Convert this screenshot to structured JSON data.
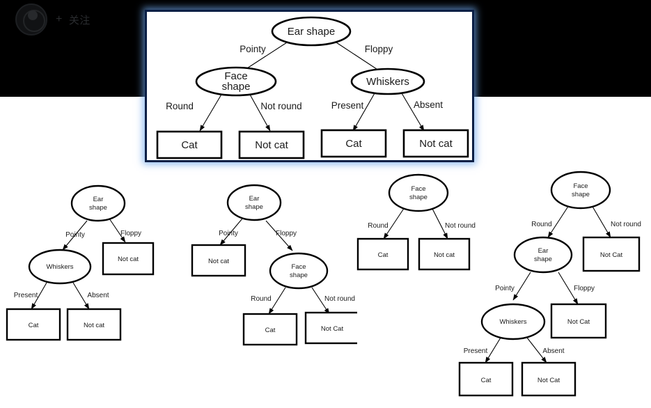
{
  "header": {
    "logo_name": "channel-logo",
    "follow_plus": "+",
    "follow_label": "关注",
    "background_color": "#000000",
    "text_color": "#2a2c2f"
  },
  "main_panel": {
    "name": "highlighted-decision-tree-panel",
    "border_color": "#0b1f45",
    "glow_color": "#6ea5eb",
    "nodes": {
      "root": "Ear shape",
      "left_child": "Face\nshape",
      "left_child_line1": "Face",
      "left_child_line2": "shape",
      "right_child": "Whiskers",
      "leaf1": "Cat",
      "leaf2": "Not cat",
      "leaf3": "Cat",
      "leaf4": "Not cat"
    },
    "edge_labels": {
      "root_left": "Pointy",
      "root_right": "Floppy",
      "left_left": "Round",
      "left_right": "Not round",
      "right_left": "Present",
      "right_right": "Absent"
    }
  },
  "trees": [
    {
      "name": "tree-ear-shape-whiskers",
      "nodes": {
        "root_l1": "Ear",
        "root_l2": "shape",
        "mid": "Whiskers",
        "leaf_right": "Not cat",
        "leaf_a": "Cat",
        "leaf_b": "Not cat"
      },
      "edge_labels": {
        "root_left": "Pointy",
        "root_right": "Floppy",
        "mid_left": "Present",
        "mid_right": "Absent"
      }
    },
    {
      "name": "tree-ear-shape-face-shape",
      "nodes": {
        "root_l1": "Ear",
        "root_l2": "shape",
        "leaf_left": "Not cat",
        "mid_l1": "Face",
        "mid_l2": "shape",
        "leaf_a": "Cat",
        "leaf_b": "Not Cat"
      },
      "edge_labels": {
        "root_left": "Pointy",
        "root_right": "Floppy",
        "mid_left": "Round",
        "mid_right": "Not round"
      }
    },
    {
      "name": "tree-face-shape-only",
      "nodes": {
        "root_l1": "Face",
        "root_l2": "shape",
        "leaf_a": "Cat",
        "leaf_b": "Not cat"
      },
      "edge_labels": {
        "root_left": "Round",
        "root_right": "Not round"
      }
    },
    {
      "name": "tree-face-ear-whiskers",
      "nodes": {
        "root_l1": "Face",
        "root_l2": "shape",
        "leaf_right": "Not Cat",
        "mid_l1": "Ear",
        "mid_l2": "shape",
        "mid_leaf_right": "Not Cat",
        "low": "Whiskers",
        "leaf_a": "Cat",
        "leaf_b": "Not Cat"
      },
      "edge_labels": {
        "root_left": "Round",
        "root_right": "Not round",
        "mid_left": "Pointy",
        "mid_right": "Floppy",
        "low_left": "Present",
        "low_right": "Absent"
      }
    }
  ]
}
